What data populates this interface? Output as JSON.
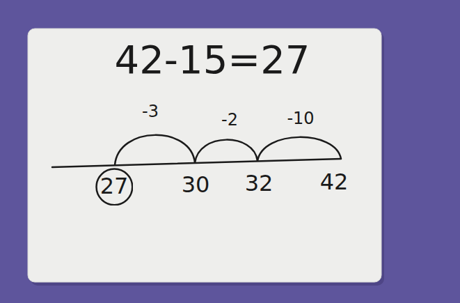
{
  "diagram": {
    "title": "42-15=27",
    "nodes": [
      {
        "text": [
          "27"
        ]
      }
    ],
    "labels": [
      "-3",
      "-2",
      "-10",
      "30",
      "32",
      "42"
    ]
  }
}
